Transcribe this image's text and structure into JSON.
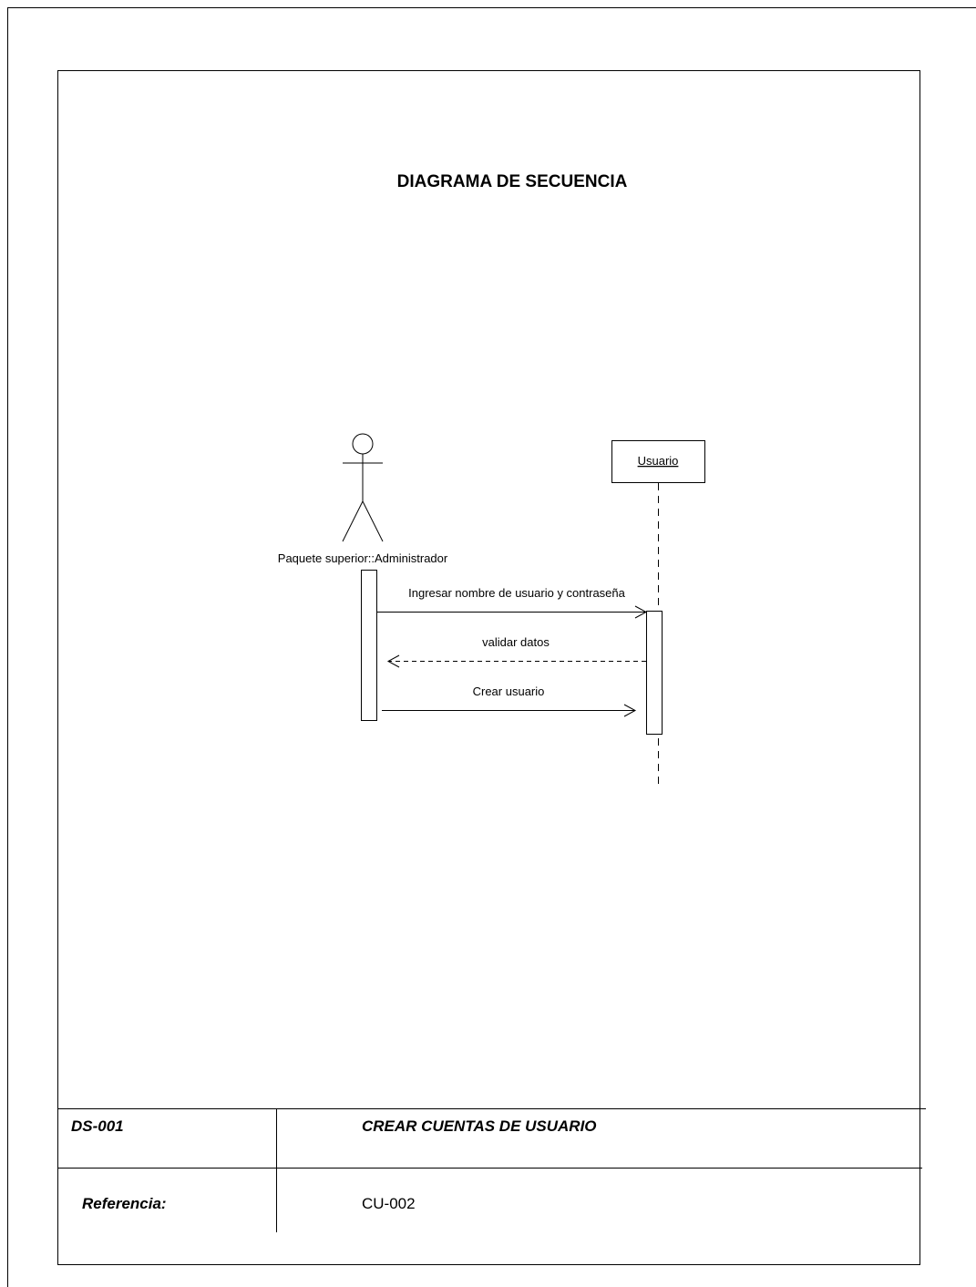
{
  "document": {
    "title": "DIAGRAMA DE SECUENCIA"
  },
  "diagram": {
    "actor": {
      "label": "Paquete superior::Administrador"
    },
    "object": {
      "label": "Usuario"
    },
    "messages": [
      {
        "label": "Ingresar nombre de usuario y contraseña",
        "style": "solid"
      },
      {
        "label": "validar datos",
        "style": "dashed-return"
      },
      {
        "label": "Crear usuario",
        "style": "solid"
      }
    ]
  },
  "footer": {
    "code": "DS-001",
    "name": "CREAR CUENTAS DE USUARIO",
    "reference_label": "Referencia:",
    "reference_value": "CU-002"
  }
}
